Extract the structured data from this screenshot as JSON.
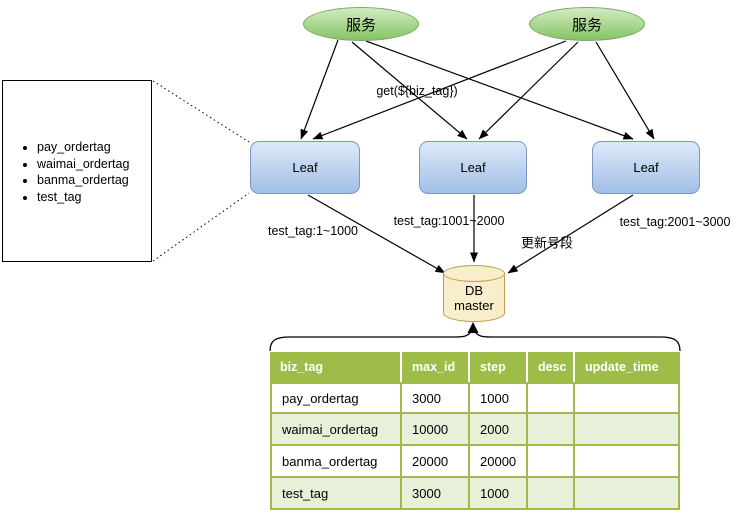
{
  "diagram": {
    "services": [
      {
        "label": "服务"
      },
      {
        "label": "服务"
      }
    ],
    "leaves": [
      {
        "label": "Leaf"
      },
      {
        "label": "Leaf"
      },
      {
        "label": "Leaf"
      }
    ],
    "db": {
      "lines": [
        "DB",
        "master"
      ]
    },
    "edge_labels": {
      "get_call": "get(${biz_tag})",
      "segment_leaf1": "test_tag:1~1000",
      "segment_leaf2": "test_tag:1001~2000",
      "segment_leaf3": "test_tag:2001~3000",
      "update_segment": "更新号段"
    },
    "tag_list": {
      "items": [
        "pay_ordertag",
        "waimai_ordertag",
        "banma_ordertag",
        "test_tag"
      ]
    }
  },
  "table": {
    "headers": [
      "biz_tag",
      "max_id",
      "step",
      "desc",
      "update_time"
    ],
    "rows": [
      {
        "cells": [
          "pay_ordertag",
          "3000",
          "1000",
          "",
          ""
        ]
      },
      {
        "cells": [
          "waimai_ordertag",
          "10000",
          "2000",
          "",
          ""
        ]
      },
      {
        "cells": [
          "banma_ordertag",
          "20000",
          "20000",
          "",
          ""
        ]
      },
      {
        "cells": [
          "test_tag",
          "3000",
          "1000",
          "",
          ""
        ]
      }
    ]
  },
  "colors": {
    "service_fill_top": "#d2ecc0",
    "service_fill_bottom": "#86c465",
    "service_border": "#7ea567",
    "leaf_fill_top": "#dde9f9",
    "leaf_fill_bottom": "#a2bfe7",
    "leaf_border": "#7b99c4",
    "db_fill": "#f8eecb",
    "db_border": "#c09f4a",
    "table_header_bg": "#9fbc49",
    "table_header_text": "#ffffff",
    "table_alt_row_bg": "#e9f0d9",
    "table_grid": "#9fbc49",
    "connector": "#000000"
  }
}
